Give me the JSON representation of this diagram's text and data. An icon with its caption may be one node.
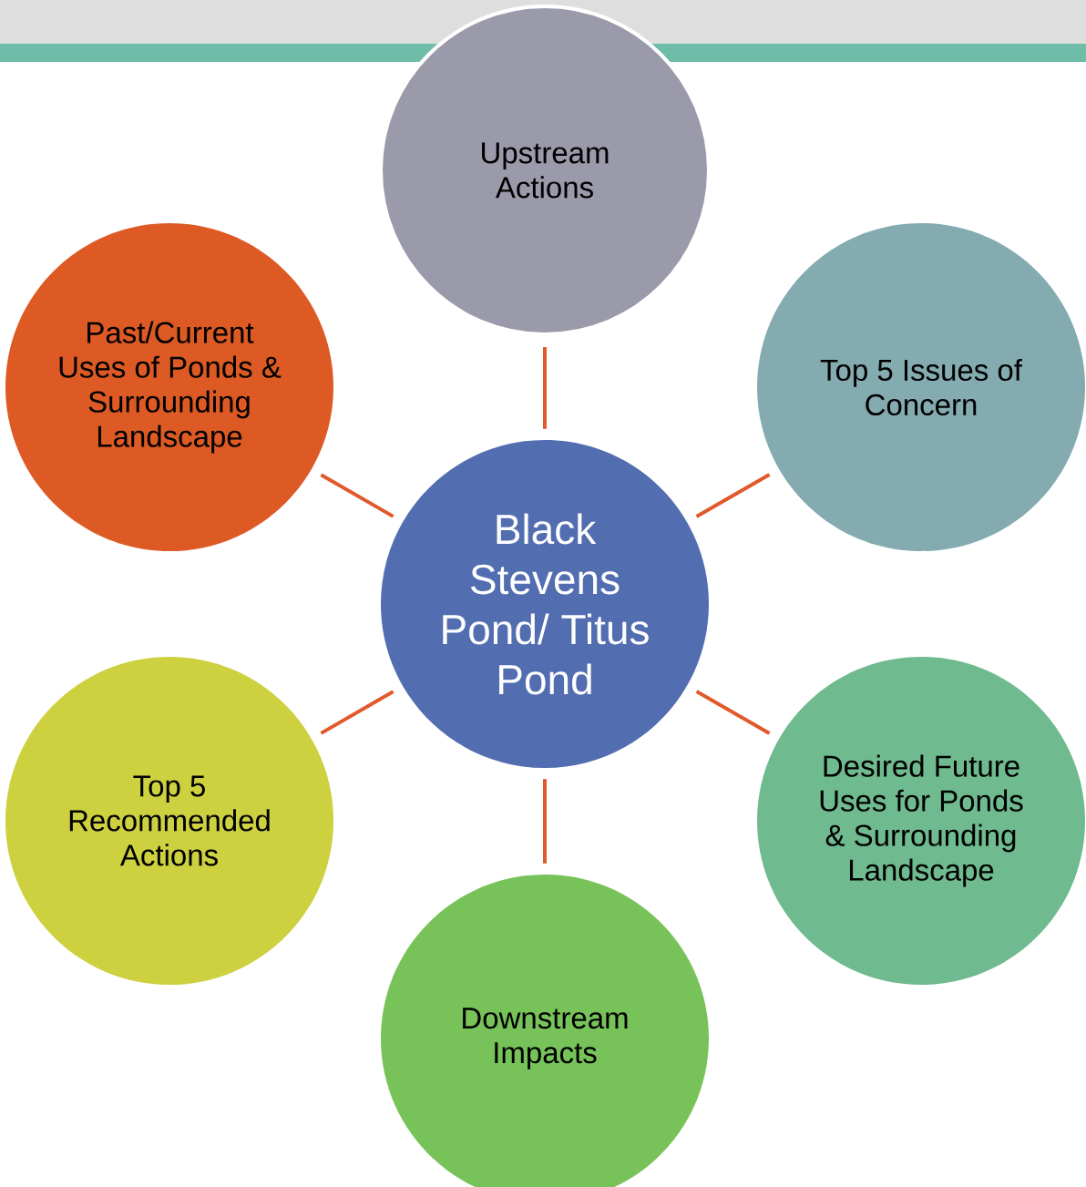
{
  "diagram": {
    "nodes": [
      {
        "text": [
          "Black Stevens Pond/ Titus Pond"
        ]
      },
      {
        "text": [
          "Upstream Actions"
        ]
      },
      {
        "text": [
          "Past/Current Uses of Ponds & Surrounding Landscape"
        ]
      },
      {
        "text": [
          "Top 5 Issues of Concern"
        ]
      },
      {
        "text": [
          "Top 5 Recommended Actions"
        ]
      },
      {
        "text": [
          "Desired Future Uses for Ponds & Surrounding Landscape"
        ]
      },
      {
        "text": [
          "Downstream Impacts"
        ]
      }
    ],
    "edges": [
      {
        "from": 0,
        "to": 1,
        "arrow": "none"
      },
      {
        "from": 0,
        "to": 2,
        "arrow": "none"
      },
      {
        "from": 0,
        "to": 3,
        "arrow": "none"
      },
      {
        "from": 0,
        "to": 4,
        "arrow": "none"
      },
      {
        "from": 0,
        "to": 5,
        "arrow": "none"
      },
      {
        "from": 0,
        "to": 6,
        "arrow": "none"
      }
    ]
  }
}
